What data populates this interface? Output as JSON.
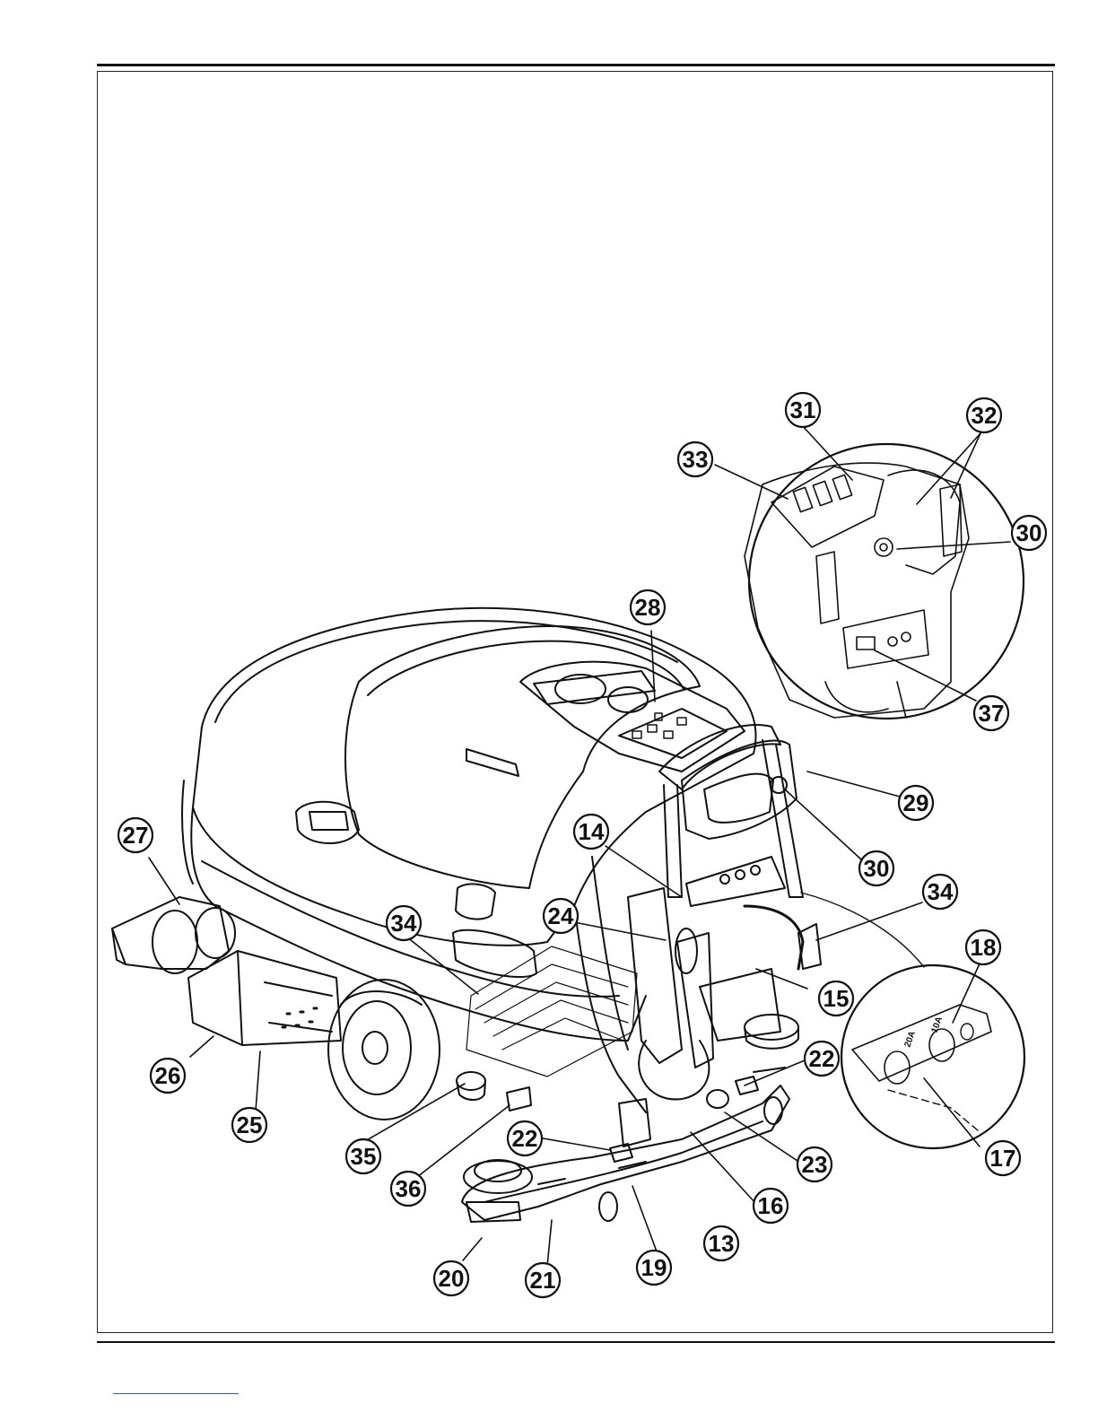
{
  "diagram": {
    "callouts": [
      {
        "id": "c13",
        "label": "13"
      },
      {
        "id": "c14",
        "label": "14"
      },
      {
        "id": "c15",
        "label": "15"
      },
      {
        "id": "c16",
        "label": "16"
      },
      {
        "id": "c17",
        "label": "17"
      },
      {
        "id": "c18",
        "label": "18"
      },
      {
        "id": "c19",
        "label": "19"
      },
      {
        "id": "c20",
        "label": "20"
      },
      {
        "id": "c21",
        "label": "21"
      },
      {
        "id": "c22a",
        "label": "22"
      },
      {
        "id": "c22b",
        "label": "22"
      },
      {
        "id": "c23",
        "label": "23"
      },
      {
        "id": "c24",
        "label": "24"
      },
      {
        "id": "c25",
        "label": "25"
      },
      {
        "id": "c26",
        "label": "26"
      },
      {
        "id": "c27",
        "label": "27"
      },
      {
        "id": "c28",
        "label": "28"
      },
      {
        "id": "c29",
        "label": "29"
      },
      {
        "id": "c30a",
        "label": "30"
      },
      {
        "id": "c30b",
        "label": "30"
      },
      {
        "id": "c31",
        "label": "31"
      },
      {
        "id": "c32",
        "label": "32"
      },
      {
        "id": "c33",
        "label": "33"
      },
      {
        "id": "c34a",
        "label": "34"
      },
      {
        "id": "c34b",
        "label": "34"
      },
      {
        "id": "c35",
        "label": "35"
      },
      {
        "id": "c36",
        "label": "36"
      },
      {
        "id": "c37",
        "label": "37"
      }
    ],
    "inset_labels": {
      "breaker_left": "20A",
      "breaker_right": "10A"
    }
  }
}
